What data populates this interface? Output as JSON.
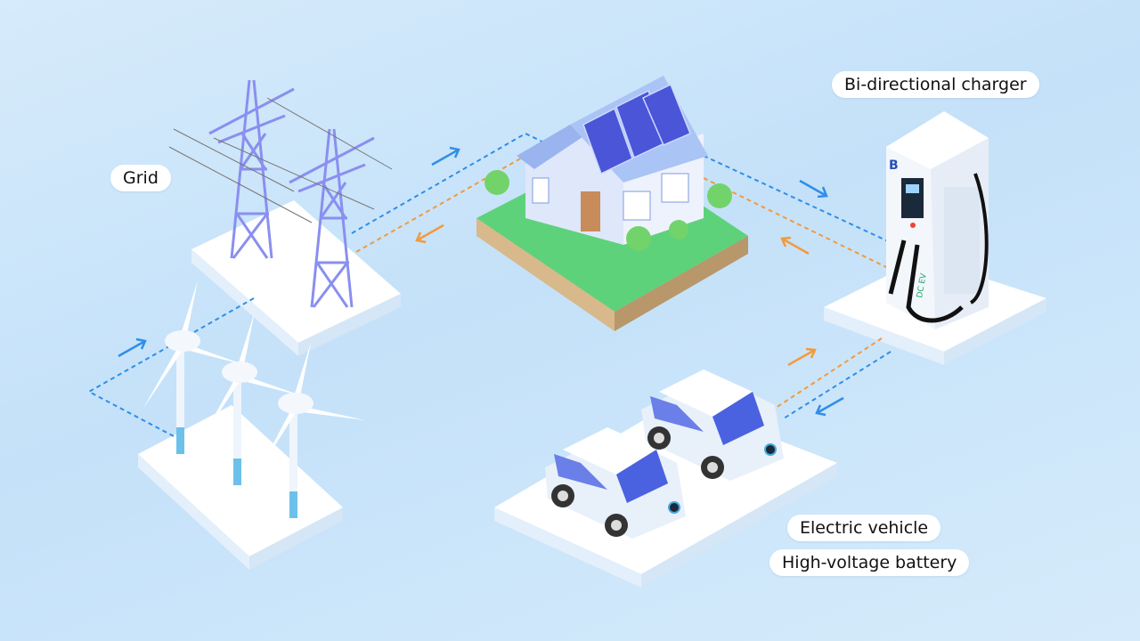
{
  "labels": {
    "grid": "Grid",
    "charger": "Bi-directional charger",
    "ev": "Electric vehicle",
    "battery": "High-voltage battery"
  },
  "charger_markings": {
    "logo": "B",
    "side_text": "DC EV"
  },
  "colors": {
    "flow_blue": "#2f8ee8",
    "flow_orange": "#f29a3c",
    "background": "#c9e4fa",
    "tower": "#8a8ff0",
    "solar_panel": "#4a55d8"
  }
}
